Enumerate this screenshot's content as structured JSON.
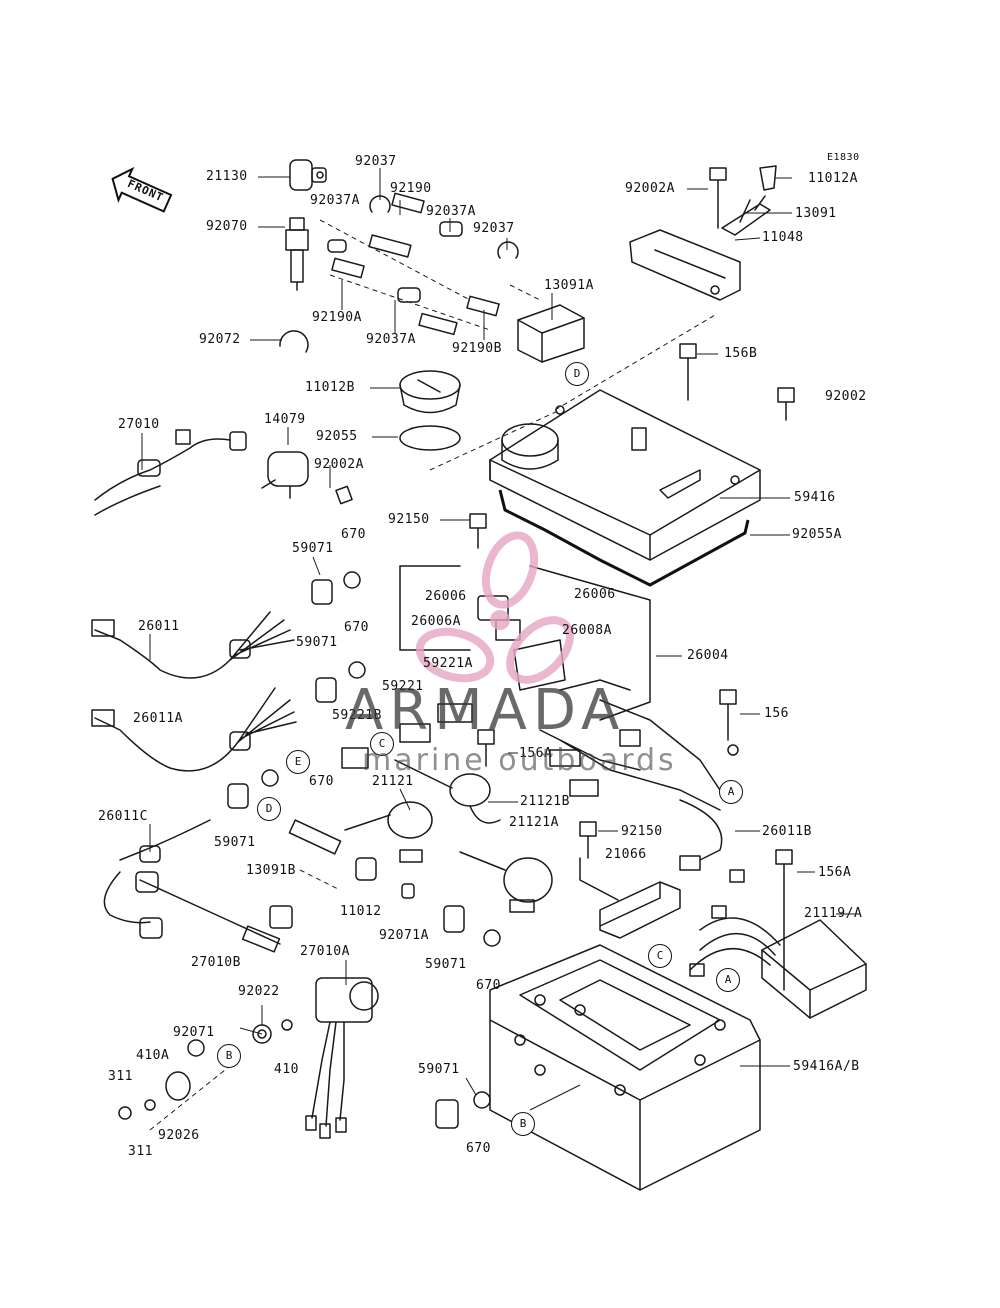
{
  "diagram_code": "E1830",
  "direction_label": "FRONT",
  "watermark": {
    "title": "ARMADA",
    "subtitle": "marine outboards",
    "accent_color": "#e7a6c4"
  },
  "part_labels": {
    "p21130": "21130",
    "p92037_top": "92037",
    "p92037A_left": "92037A",
    "p92190": "92190",
    "p92037A_mid": "92037A",
    "p92037_right": "92037",
    "p92070": "92070",
    "p13091A": "13091A",
    "p92190A": "92190A",
    "p92037A_low": "92037A",
    "p92190B": "92190B",
    "p92072": "92072",
    "p92002A_top": "92002A",
    "p11012A": "11012A",
    "p13091": "13091",
    "p11048": "11048",
    "p156B": "156B",
    "p11012B": "11012B",
    "p92002": "92002",
    "p27010": "27010",
    "p14079": "14079",
    "p92055": "92055",
    "p92002A_mid": "92002A",
    "p59416": "59416",
    "p92150_top": "92150",
    "p670_a": "670",
    "p92055A": "92055A",
    "p59071_a": "59071",
    "p26006_l": "26006",
    "p26006_r": "26006",
    "p26006A": "26006A",
    "p26008A": "26008A",
    "p26011": "26011",
    "p670_b": "670",
    "p59071_b": "59071",
    "p59221A": "59221A",
    "p26004": "26004",
    "p59221": "59221",
    "p59221B": "59221B",
    "p156": "156",
    "p26011A": "26011A",
    "p156A_mid": "156A",
    "p670_c": "670",
    "p21121": "21121",
    "p21121B": "21121B",
    "p26011C": "26011C",
    "p21121A": "21121A",
    "p59071_c": "59071",
    "p92150_mid": "92150",
    "p26011B": "26011B",
    "p21066": "21066",
    "p13091B": "13091B",
    "p156A_low": "156A",
    "p11012": "11012",
    "p92071A": "92071A",
    "p21119A": "21119/A",
    "p59071_d": "59071",
    "p27010B": "27010B",
    "p27010A": "27010A",
    "p670_d": "670",
    "p92022": "92022",
    "p92071": "92071",
    "p410A": "410A",
    "p410": "410",
    "p59416AB": "59416A/B",
    "p311_a": "311",
    "p59071_e": "59071",
    "p92026": "92026",
    "p311_b": "311",
    "p670_e": "670"
  },
  "callouts": {
    "c_D_top": "D",
    "c_C_mid": "C",
    "c_E": "E",
    "c_A_right": "A",
    "c_D_left": "D",
    "c_C_low": "C",
    "c_A_low": "A",
    "c_B_left": "B",
    "c_B_low": "B"
  }
}
